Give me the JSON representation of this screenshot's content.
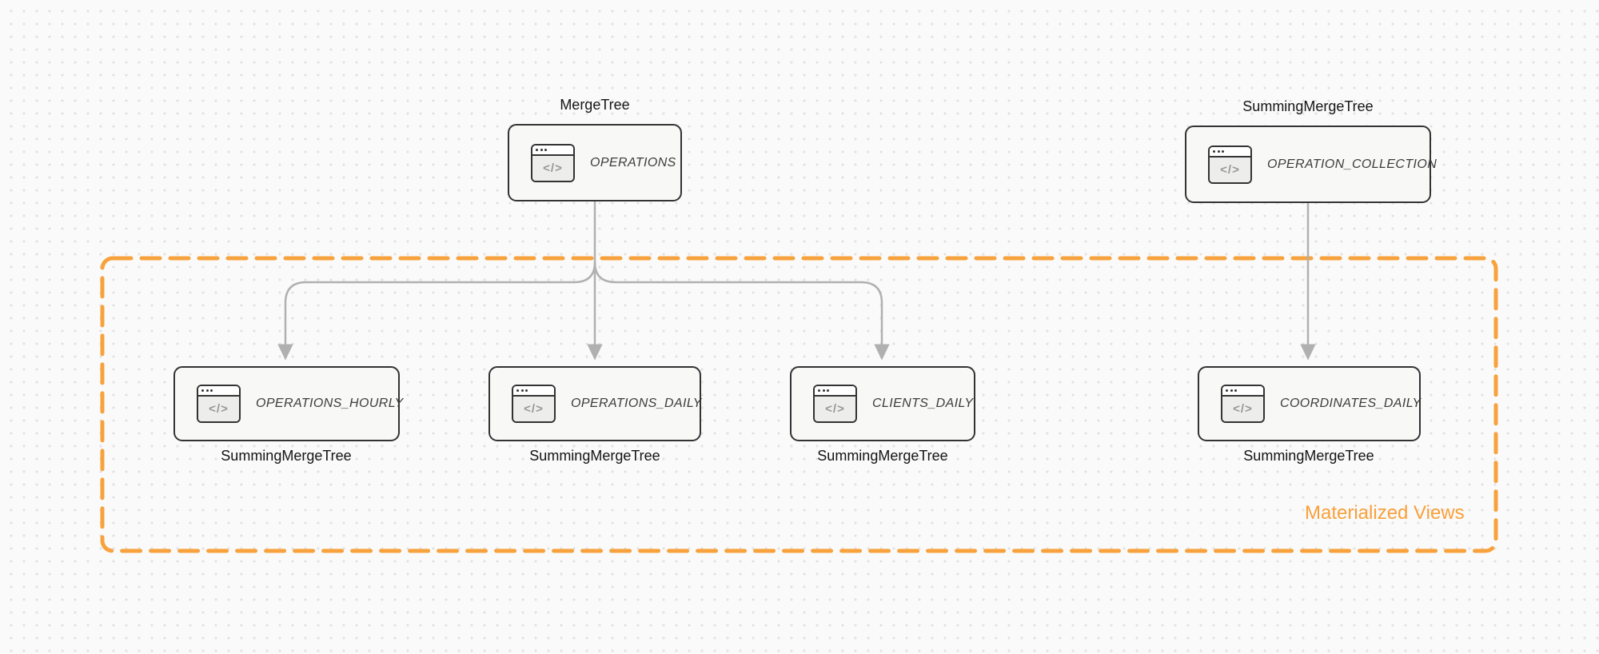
{
  "diagram": {
    "group_box": {
      "label": "Materialized Views",
      "border_color": "#f7a23c",
      "label_color": "#f9a03a"
    },
    "edge_color": "#b0b0b0",
    "node_border_color": "#333333",
    "node_fill_color": "#f8f8f7",
    "icon_glyph": "</>",
    "nodes": [
      {
        "name": "operations",
        "table": "OPERATIONS",
        "engine_caption": "MergeTree",
        "caption_side": "top",
        "icon": "code-window-icon"
      },
      {
        "name": "operation-collection",
        "table": "OPERATION_COLLECTION",
        "engine_caption": "SummingMergeTree",
        "caption_side": "top",
        "icon": "code-window-icon"
      },
      {
        "name": "operations-hourly",
        "table": "OPERATIONS_HOURLY",
        "engine_caption": "SummingMergeTree",
        "caption_side": "bottom",
        "icon": "code-window-icon"
      },
      {
        "name": "operations-daily",
        "table": "OPERATIONS_DAILY",
        "engine_caption": "SummingMergeTree",
        "caption_side": "bottom",
        "icon": "code-window-icon"
      },
      {
        "name": "clients-daily",
        "table": "CLIENTS_DAILY",
        "engine_caption": "SummingMergeTree",
        "caption_side": "bottom",
        "icon": "code-window-icon"
      },
      {
        "name": "coordinates-daily",
        "table": "COORDINATES_DAILY",
        "engine_caption": "SummingMergeTree",
        "caption_side": "bottom",
        "icon": "code-window-icon"
      }
    ]
  }
}
